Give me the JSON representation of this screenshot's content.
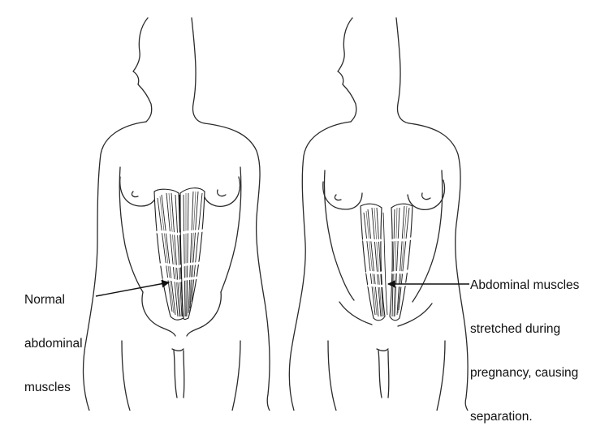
{
  "labels": {
    "normal": [
      "Normal",
      "abdominal",
      "muscles"
    ],
    "stretched": [
      "Abdominal muscles",
      "stretched during",
      "pregnancy, causing",
      "separation."
    ]
  },
  "figures": [
    {
      "name": "normal-figure",
      "muscle_state": "together"
    },
    {
      "name": "pregnant-figure",
      "muscle_state": "separated"
    }
  ],
  "colors": {
    "line": "#2a2a2a",
    "background": "#ffffff"
  }
}
